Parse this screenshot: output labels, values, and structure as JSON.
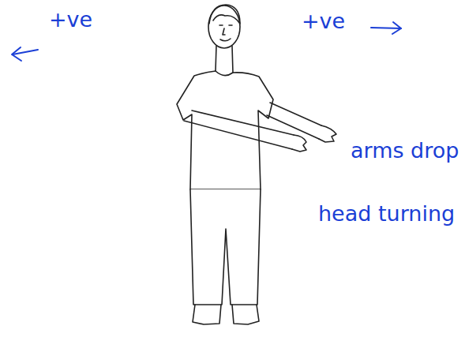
{
  "diagram": {
    "labels": [
      "+ve",
      "+ve",
      "arms drop",
      "head turning"
    ]
  }
}
